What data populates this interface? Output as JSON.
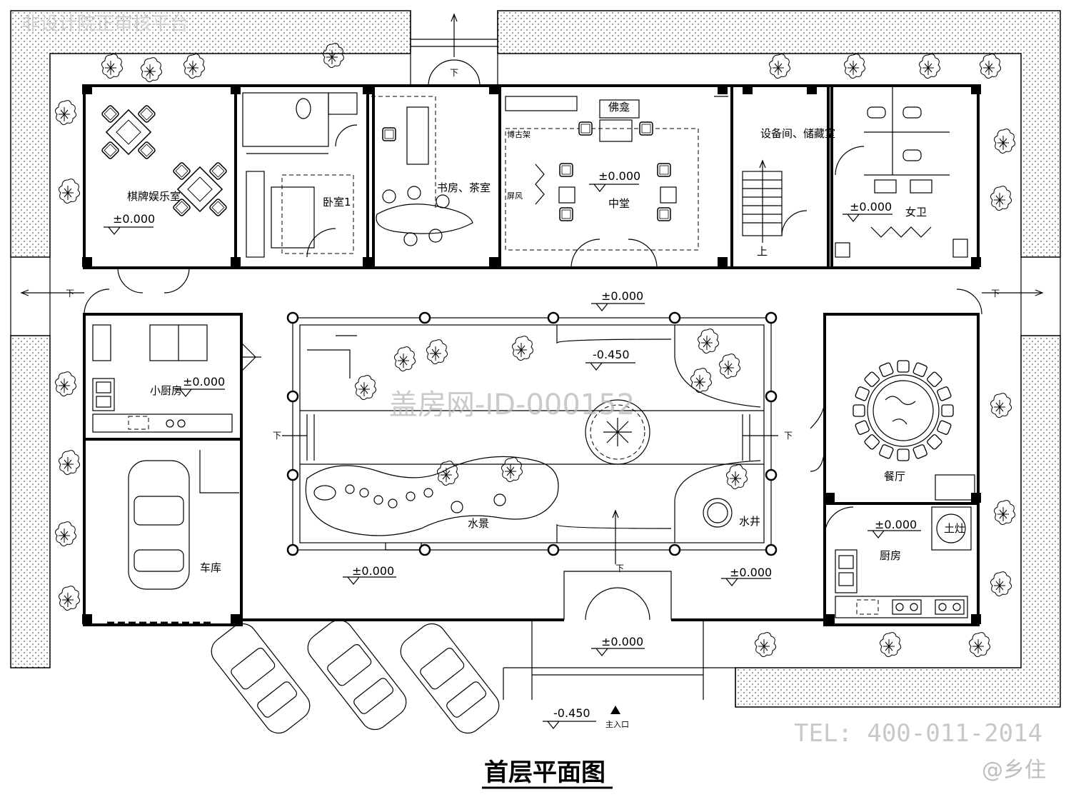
{
  "watermark_top": "非设计院正审核平台",
  "watermark_center": "盖房网-ID-000152",
  "telephone": "TEL: 400-011-2014",
  "brand": "@乡住",
  "drawing_title": "首层平面图",
  "rooms": {
    "chess_room": "棋牌娱乐室",
    "bedroom": "卧室1",
    "study": "书房、茶室",
    "shrine": "佛龛",
    "antique_rack": "博古架",
    "screen": "屏风",
    "central_hall": "中堂",
    "storage": "设备间、储藏室",
    "ladies_wc": "女卫",
    "small_kitchen": "小厨房",
    "garage": "车库",
    "dining": "餐厅",
    "kitchen": "厨房",
    "stove": "土灶",
    "water_feature": "水景",
    "well": "水井",
    "main_entrance": "主入口",
    "stair_up": "上"
  },
  "levels": {
    "chess_room": "±0.000",
    "ladies_wc": "±0.000",
    "central_hall": "±0.000",
    "hall_front": "±0.000",
    "courtyard": "-0.450",
    "small_kitchen": "±0.000",
    "kitchen": "±0.000",
    "front_left": "±0.000",
    "front_right": "±0.000",
    "entrance": "±0.000",
    "outside": "-0.450"
  },
  "stair_down": "下"
}
